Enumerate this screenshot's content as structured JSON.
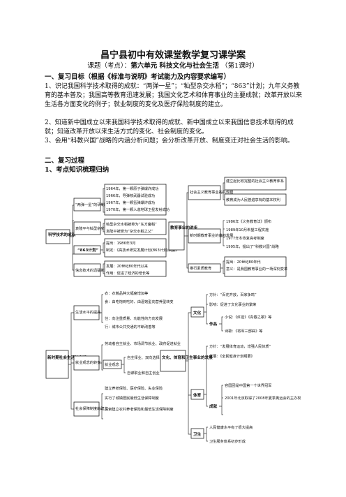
{
  "header": {
    "title": "昌宁县初中有效课堂教学复习课学案",
    "subtitle_prefix": "课题（考点）：",
    "subtitle_topic": "第六单元 科技文化与社会生活",
    "subtitle_suffix": "（第1课时）"
  },
  "section1": {
    "heading": "一、复习目标（根据《标准与说明》考试能力及内容要求编写）",
    "p1": "1、识记我国科学技术取得的成就：“两弹一星”；“籼型杂交水稻”；“863”计划；九年义务教育的基本普及；我国高等教育迅速发展；我国文化艺术和体育事业的主要成就；改革开放以来生活各方面变化的例子；就业制度的变化及医疗保险制度的建立。",
    "p2": "2、知道新中国成立以来我国科学技术取得的成就、新中国成立以来我国信息技术取得的成就；知道改革开放以来生活方式的变化、社会制度的变化。",
    "p3": "3、会用“科教兴国”战略的内涵分析问题；会分析改革开放、制度变迁对社会生活的影响。"
  },
  "section2": {
    "heading": "二、复习过程",
    "sub": "1、考点知识梳理归纳"
  },
  "map1": {
    "root": "科学技术的成就",
    "nodes": [
      "“两弹一星”的研制成功",
      "袁隆平与籼型杂交水稻",
      "“863计划”",
      "信息技术的迅猛发展"
    ],
    "leaves": [
      "1964年，第一颗原子弹爆炸成功",
      "1966年，导弹核武器试验成功",
      "1967年，第一颗氢弹爆炸成功",
      "1970年，第一颗人造地球卫星发射成功",
      "籼型杂交水稻被称为“东方魔稻”",
      "袁隆平被誉为“杂交水稻之父”",
      "提出：1986年3月",
      "制定：《高技术研究发展计划(863计划)纲要》",
      "发展：20世纪80年代以来",
      "作用：促进了经济的增长等"
    ]
  },
  "map2": {
    "root": "教育事业的进步",
    "nodes": [
      "社会主义教育事业初具规模",
      "新时期教育事业的蓬勃发展",
      "推行素质教育"
    ],
    "leaves": [
      "建立起比较完整的社会主义教育体系",
      "教育成为人民普遍享有的基本权利",
      "1986年《义务教育法》颁布",
      "1989年10月希望工程实施",
      "1977年冬恢复高考制度",
      "1995年，提出了“科教兴国”战略",
      "提出：20世纪80年代",
      "意义：是我国教育事业的一场深刻变革"
    ]
  },
  "map3": {
    "root": "新时期社会生活的变迁",
    "nodes": [
      "生活水平的提高",
      "就业观念的转变",
      "社会保障制度的建立"
    ],
    "leaves": [
      "衣：衣着品种大幅度增加等",
      "食：由吃饱到吃好、由温饱型向营养型转变",
      "住：向注重质量、功能性的方向发展",
      "行：城市公共交通的不断改善等",
      "劳动者自主就业、市场调节就业、政府促进就业",
      "就业观念",
      "自主择业、双向选择",
      "自谋职业和自主创业",
      "建立养老保险、医疗保险、失业保险",
      "实行了城镇居民最低生活保障制度",
      "探索建立农村养老保险和最低生活保障制度"
    ]
  },
  "map4": {
    "root": "文化、体育和卫生事业的发展",
    "nodes": [
      "文化",
      "体育",
      "卫生"
    ],
    "subnodes": [
      "作品",
      "成就"
    ],
    "leaves": [
      "方针：“百花齐放，百家争鸣”",
      "影响：促进了文化事业的繁荣",
      "小说：《红岩》《青春之歌》等",
      "诗歌：《将军三部曲》等",
      "方针：“发展体育运动，增强人民体质”",
      "发展：《全民健身计划纲要》",
      "容国团是中国第一个世界冠军",
      "2001年北京取得了2008年夏季奥运会的主办权",
      "人民健康水平有了很大提高",
      "卫生服务体系初步形成"
    ]
  }
}
